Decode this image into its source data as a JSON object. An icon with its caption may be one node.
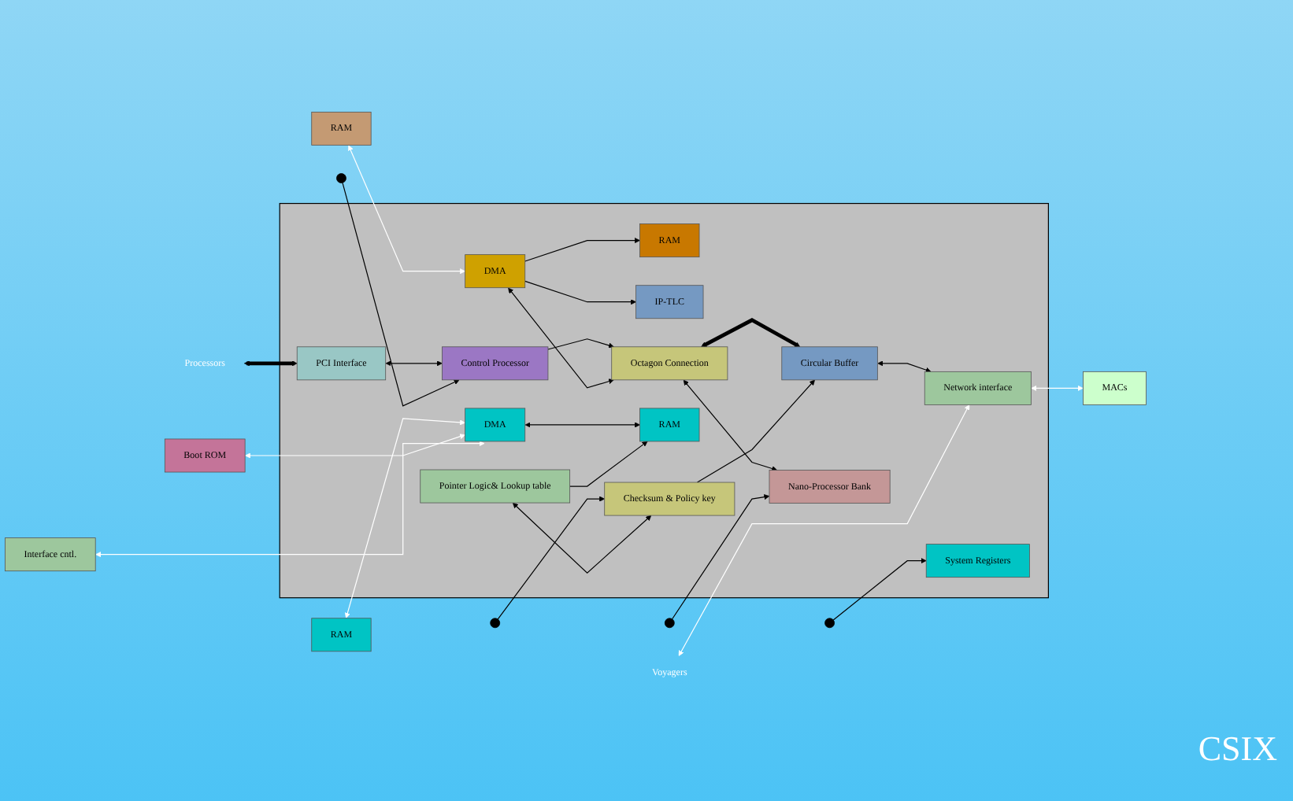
{
  "diagram": {
    "nodes": [
      {
        "text": [],
        "shape": "box"
      },
      {
        "text": [
          "RAM"
        ],
        "in": 0
      },
      {
        "text": [
          "PCI Interface"
        ],
        "in": 0
      },
      {
        "text": [
          "Control Processor"
        ],
        "in": 0
      },
      {
        "text": [
          "IP-TLC"
        ],
        "in": 0
      },
      {
        "text": [
          "DMA"
        ],
        "in": 0
      },
      {
        "text": [
          "Octagon Connection"
        ],
        "in": 0
      },
      {
        "text": [
          "DMA"
        ],
        "in": 0
      },
      {
        "text": [
          "RAM"
        ],
        "in": 0
      },
      {
        "text": [
          "Circular Buffer"
        ],
        "in": 0
      },
      {
        "text": [
          "Nano-Processor Bank"
        ],
        "in": 0
      },
      {
        "text": [
          "Checksum & Policy key"
        ],
        "in": 0
      },
      {
        "text": [
          "Pointer Logic& Lookup table"
        ],
        "in": 0
      },
      {
        "text": [
          "Network interface"
        ],
        "in": 0
      },
      {
        "text": [
          "System Registers"
        ],
        "in": 0
      },
      {
        "text": [
          "Processors"
        ]
      },
      {
        "text": [
          "RAM"
        ]
      },
      {
        "text": [
          "RAM"
        ]
      },
      {
        "text": [
          "Boot ROM"
        ]
      },
      {
        "text": [
          "Interface cntl."
        ]
      },
      {
        "text": [
          "Voyagers"
        ]
      },
      {
        "text": [
          "MACs"
        ]
      }
    ],
    "edges": [
      {
        "from": 15,
        "to": 2,
        "arrow": "both",
        "style": "thick"
      },
      {
        "from": 2,
        "to": 3,
        "arrow": "both"
      },
      {
        "from": 3,
        "to": 6,
        "arrow": "to"
      },
      {
        "from": 5,
        "to": 6,
        "arrow": "both"
      },
      {
        "from": 5,
        "to": 1,
        "arrow": "to"
      },
      {
        "from": 5,
        "to": 4,
        "arrow": "to"
      },
      {
        "from": 6,
        "to": 9,
        "arrow": "both",
        "style": "thick"
      },
      {
        "from": 6,
        "to": 10,
        "arrow": "both"
      },
      {
        "from": null,
        "to": 3,
        "arrow": "to"
      },
      {
        "from": null,
        "to": 10,
        "arrow": "to"
      },
      {
        "from": null,
        "to": 11,
        "arrow": "to"
      },
      {
        "from": null,
        "to": 14,
        "arrow": "to"
      },
      {
        "from": 7,
        "to": 8,
        "arrow": "both"
      },
      {
        "from": 12,
        "to": 11,
        "arrow": "both"
      },
      {
        "from": 12,
        "to": 8,
        "arrow": "to"
      },
      {
        "from": 11,
        "to": 9,
        "arrow": "to"
      },
      {
        "from": 9,
        "to": 13,
        "arrow": "both"
      },
      {
        "from": 16,
        "to": 5,
        "arrow": "both",
        "color": "#ffffff"
      },
      {
        "from": 17,
        "to": 7,
        "arrow": "both",
        "color": "#ffffff"
      },
      {
        "from": 18,
        "to": 7,
        "arrow": "both",
        "color": "#ffffff"
      },
      {
        "from": 19,
        "to": 7,
        "arrow": "both",
        "color": "#ffffff"
      },
      {
        "from": 13,
        "to": 21,
        "arrow": "both",
        "color": "#ffffff"
      },
      {
        "from": 20,
        "to": 13,
        "arrow": "both",
        "color": "#ffffff"
      }
    ],
    "labels": [
      "CSIX"
    ]
  }
}
